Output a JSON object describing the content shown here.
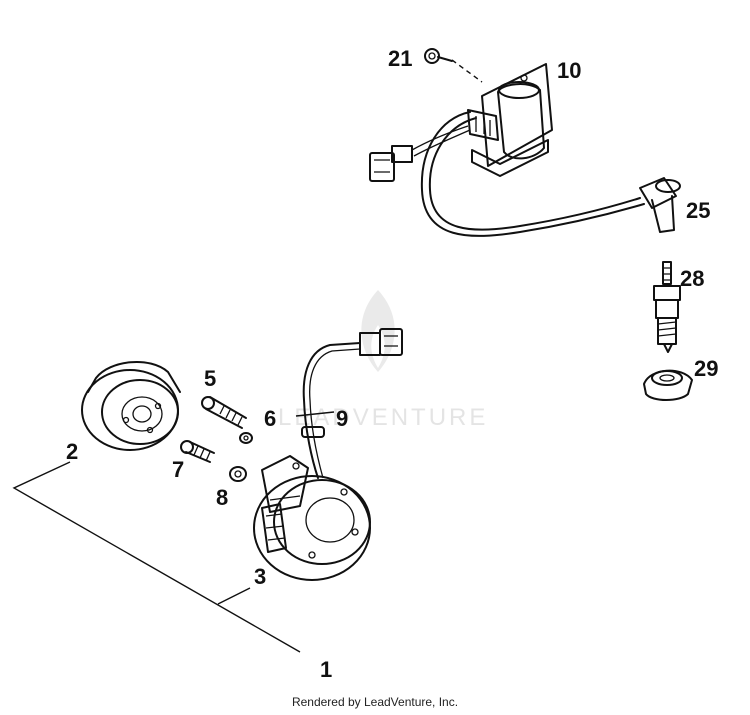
{
  "diagram": {
    "callouts": {
      "c1": "1",
      "c2": "2",
      "c3": "3",
      "c5": "5",
      "c6": "6",
      "c7": "7",
      "c8": "8",
      "c9": "9",
      "c10": "10",
      "c21": "21",
      "c25": "25",
      "c28": "28",
      "c29": "29"
    },
    "watermark": "LEADVENTURE"
  },
  "footer": {
    "text": "Rendered by LeadVenture, Inc."
  }
}
